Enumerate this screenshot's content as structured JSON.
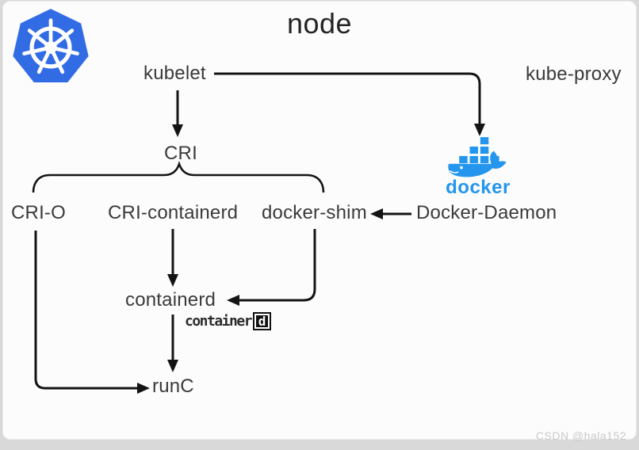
{
  "diagram": {
    "title": "node",
    "watermark": "CSDN @hala152",
    "nodes": {
      "kubelet": "kubelet",
      "kube_proxy": "kube-proxy",
      "cri": "CRI",
      "cri_o": "CRI-O",
      "cri_containerd": "CRI-containerd",
      "docker_shim": "docker-shim",
      "docker_daemon": "Docker-Daemon",
      "containerd": "containerd",
      "runc": "runC"
    },
    "logos": {
      "kubernetes_icon": "kubernetes-wheel-logo",
      "docker_icon": "docker-whale-logo",
      "docker_wordmark": "docker",
      "containerd_icon": "containerd-wordmark-logo",
      "containerd_text": "container",
      "containerd_d": "d"
    },
    "edges": [
      {
        "from": "kubelet",
        "to": "cri",
        "style": "arrow-down"
      },
      {
        "from": "kubelet",
        "to": "docker-logo",
        "style": "arrow-right-then-down"
      },
      {
        "from": "cri",
        "to": "cri_o, cri_containerd, docker_shim",
        "style": "brace"
      },
      {
        "from": "docker_daemon",
        "to": "docker_shim",
        "style": "arrow-left"
      },
      {
        "from": "cri_containerd",
        "to": "containerd",
        "style": "arrow-down"
      },
      {
        "from": "docker_shim",
        "to": "containerd",
        "style": "arrow-down-then-left"
      },
      {
        "from": "containerd",
        "to": "runc",
        "style": "arrow-down"
      },
      {
        "from": "cri_o",
        "to": "runc",
        "style": "arrow-down-then-right"
      }
    ],
    "colors": {
      "kubernetes_blue": "#326CE5",
      "docker_blue": "#2496ED",
      "line": "#141414",
      "text": "#3a3a3a",
      "card_bg": "#fcfcfc",
      "outer_bg": "#d9d9d9",
      "watermark": "#c9c9c9"
    }
  }
}
